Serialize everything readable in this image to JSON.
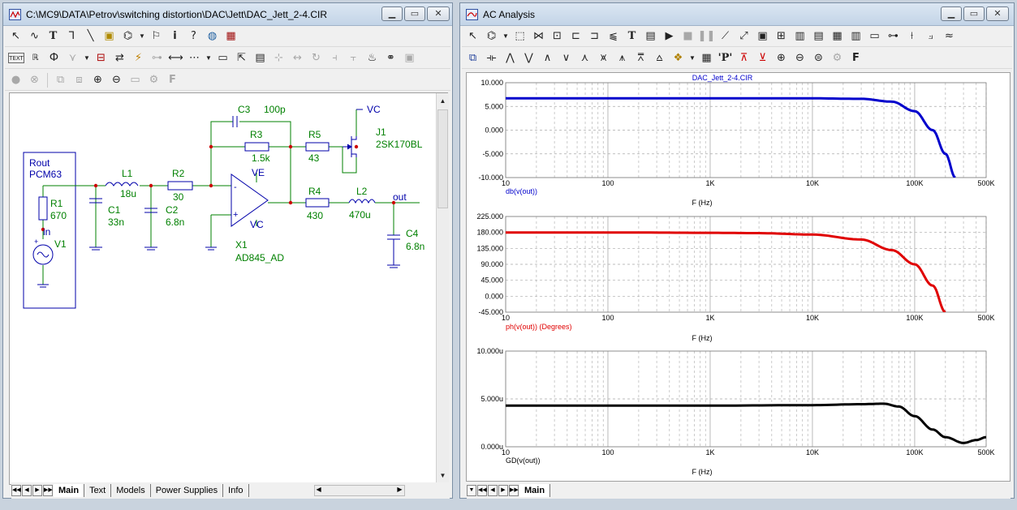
{
  "left_window": {
    "title": "C:\\MC9\\DATA\\Petrov\\switching distortion\\DAC\\Jett\\DAC_Jett_2-4.CIR",
    "tabs": [
      "Main",
      "Text",
      "Models",
      "Power Supplies",
      "Info"
    ],
    "active_tab": "Main",
    "schematic": {
      "box_label_1": "Rout",
      "box_label_2": "PCM63",
      "r1_name": "R1",
      "r1_value": "670",
      "v1_name": "V1",
      "in_label": "in",
      "l1_name": "L1",
      "l1_value": "18u",
      "r2_name": "R2",
      "r2_value": "30",
      "c1_name": "C1",
      "c1_value": "33n",
      "c2_name": "C2",
      "c2_value": "6.8n",
      "c3_name": "C3",
      "c3_value": "100p",
      "r3_name": "R3",
      "r3_value": "1.5k",
      "r5_name": "R5",
      "r5_value": "43",
      "vc_top": "VC",
      "j1_name": "J1",
      "j1_value": "2SK170BL",
      "ve_label": "VE",
      "vc_label": "VC",
      "x1_name": "X1",
      "x1_value": "AD845_AD",
      "r4_name": "R4",
      "r4_value": "430",
      "l2_name": "L2",
      "l2_value": "470u",
      "out_label": "out",
      "c4_name": "C4",
      "c4_value": "6.8n",
      "op_minus": "-",
      "op_plus": "+"
    }
  },
  "right_window": {
    "title": "AC Analysis",
    "tabs": [
      "Main"
    ],
    "active_tab": "Main",
    "plot_title": "DAC_Jett_2-4.CIR",
    "x_ticks": [
      "10",
      "100",
      "1K",
      "10K",
      "100K",
      "500K"
    ],
    "x_label": "F (Hz)",
    "plots": [
      {
        "y_ticks": [
          "10.000",
          "5.000",
          "0.000",
          "-5.000",
          "-10.000"
        ],
        "trace_label": "db(v(out))",
        "color": "#0000cc"
      },
      {
        "y_ticks": [
          "225.000",
          "180.000",
          "135.000",
          "90.000",
          "45.000",
          "0.000",
          "-45.000"
        ],
        "trace_label": "ph(v(out)) (Degrees)",
        "color": "#e00000"
      },
      {
        "y_ticks": [
          "10.000u",
          "5.000u",
          "0.000u"
        ],
        "trace_label": "GD(v(out))",
        "color": "#000000"
      }
    ]
  },
  "chart_data": [
    {
      "type": "line",
      "title": "DAC_Jett_2-4.CIR",
      "xlabel": "F (Hz)",
      "ylabel": "",
      "xscale": "log",
      "xlim": [
        10,
        500000
      ],
      "ylim": [
        -10,
        10
      ],
      "series": [
        {
          "name": "db(v(out))",
          "x": [
            10,
            100,
            1000,
            10000,
            30000,
            60000,
            100000,
            150000,
            200000,
            250000
          ],
          "y": [
            6.7,
            6.7,
            6.7,
            6.7,
            6.6,
            6.0,
            4.0,
            0.0,
            -5.0,
            -10.0
          ]
        }
      ]
    },
    {
      "type": "line",
      "xlabel": "F (Hz)",
      "ylabel": "",
      "xscale": "log",
      "xlim": [
        10,
        500000
      ],
      "ylim": [
        -45,
        225
      ],
      "series": [
        {
          "name": "ph(v(out)) (Degrees)",
          "x": [
            10,
            100,
            1000,
            3000,
            10000,
            30000,
            60000,
            100000,
            150000,
            200000
          ],
          "y": [
            180,
            180,
            179,
            178,
            174,
            160,
            130,
            90,
            30,
            -45
          ]
        }
      ]
    },
    {
      "type": "line",
      "xlabel": "F (Hz)",
      "ylabel": "",
      "xscale": "log",
      "xlim": [
        10,
        500000
      ],
      "ylim": [
        0,
        10
      ],
      "series": [
        {
          "name": "GD(v(out))",
          "x": [
            10,
            100,
            1000,
            10000,
            30000,
            50000,
            70000,
            100000,
            150000,
            200000,
            300000,
            400000,
            500000
          ],
          "y": [
            4.3,
            4.3,
            4.3,
            4.35,
            4.45,
            4.5,
            4.2,
            3.2,
            1.8,
            1.0,
            0.4,
            0.7,
            1.0
          ]
        }
      ]
    }
  ]
}
